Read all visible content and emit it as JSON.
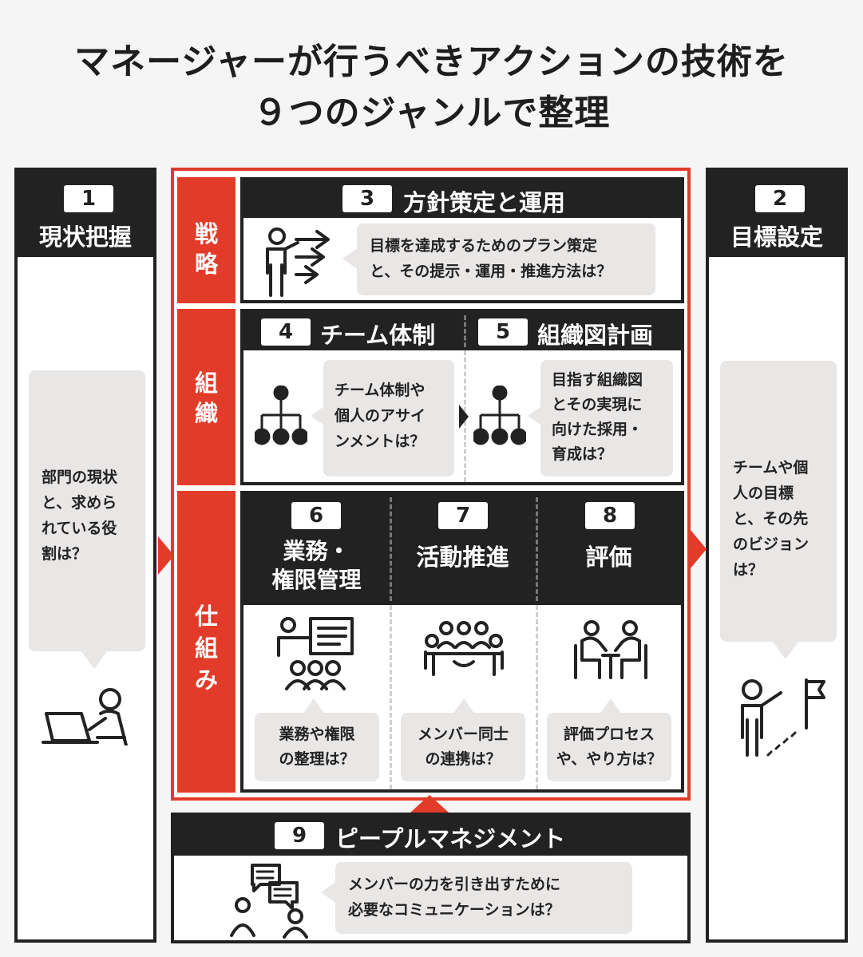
{
  "title": {
    "line1": "マネージャーが行うべきアクションの技術を",
    "line2": "９つのジャンルで整理"
  },
  "genres": {
    "g1": {
      "number": "1",
      "label": "現状把握",
      "question": [
        "部門の現状",
        "と、求めら",
        "れている役",
        "割は？"
      ],
      "icon": "person-at-laptop-icon"
    },
    "g2": {
      "number": "2",
      "label": "目標設定",
      "question": [
        "チームや個",
        "人の目標",
        "と、その先",
        "のビジョン",
        "は？"
      ],
      "icon": "person-pointing-at-flag-icon"
    },
    "g3": {
      "number": "3",
      "label": "方針策定と運用",
      "question": [
        "目標を達成するためのプラン策定",
        "と、その提示・運用・推進方法は？"
      ],
      "icon": "person-presenting-arrows-icon"
    },
    "g4": {
      "number": "4",
      "label": "チーム体制",
      "question": [
        "チーム体制や",
        "個人のアサイ",
        "ンメントは？"
      ],
      "icon": "org-tree-icon"
    },
    "g5": {
      "number": "5",
      "label": "組織図計画",
      "question": [
        "目指す組織図",
        "とその実現に",
        "向けた採用・",
        "育成は？"
      ],
      "icon": "org-tree-icon"
    },
    "g6": {
      "number": "6",
      "label": [
        "業務・",
        "権限管理"
      ],
      "question": [
        "業務や権限",
        "の整理は？"
      ],
      "icon": "presentation-board-icon"
    },
    "g7": {
      "number": "7",
      "label": "活動推進",
      "question": [
        "メンバー同士",
        "の連携は？"
      ],
      "icon": "meeting-table-icon"
    },
    "g8": {
      "number": "8",
      "label": "評価",
      "question": [
        "評価プロセス",
        "や、やり方は？"
      ],
      "icon": "interview-icon"
    },
    "g9": {
      "number": "9",
      "label": "ピープルマネジメント",
      "question": [
        "メンバーの力を引き出すために",
        "必要なコミュニケーションは？"
      ],
      "icon": "conversation-icon"
    }
  },
  "categories": {
    "strategy": [
      "戦",
      "略"
    ],
    "organization": [
      "組",
      "織"
    ],
    "mechanism": [
      "仕",
      "組",
      "み"
    ]
  },
  "colors": {
    "accent": "#e23b2a",
    "dark": "#222222",
    "bubble": "#e9e6e6"
  }
}
